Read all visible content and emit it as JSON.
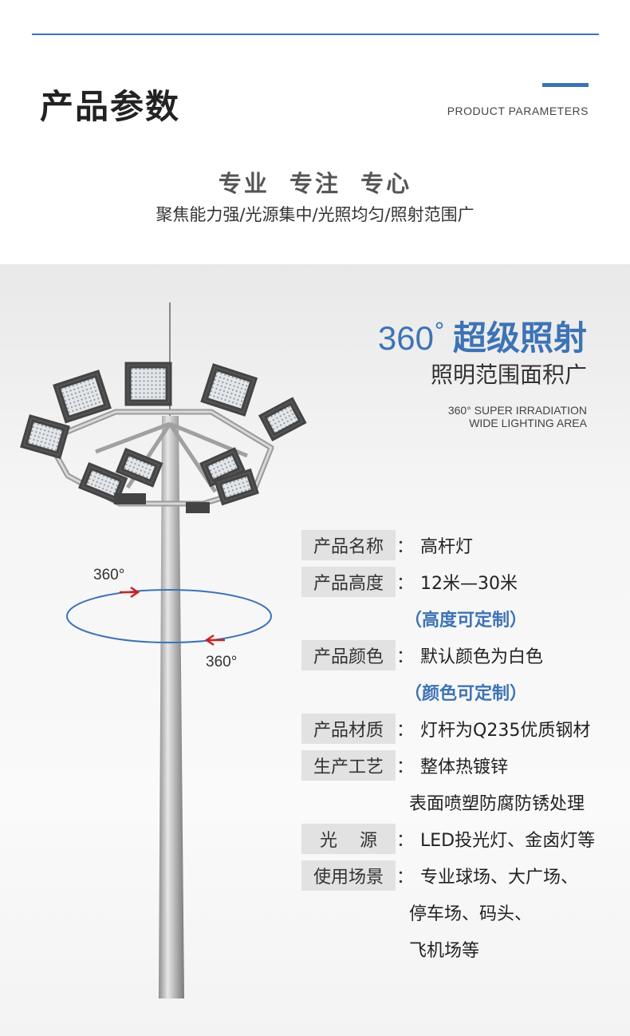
{
  "header": {
    "title": "产品参数",
    "title_en": "PRODUCT PARAMETERS",
    "slogan": "专业 专注 专心",
    "sub_slogan": "聚焦能力强/光源集中/光照均匀/照射范围广"
  },
  "hero": {
    "number": "360",
    "degree": "°",
    "title": "超级照射",
    "subtitle": "照明范围面积广",
    "en_line1": "360° SUPER IRRADIATION",
    "en_line2": "WIDE LIGHTING AREA"
  },
  "rotation": {
    "label_top": "360°",
    "label_bottom": "360°"
  },
  "specs": {
    "name_label": "产品名称",
    "name_value": "高杆灯",
    "height_label": "产品高度",
    "height_value": "12米—30米",
    "height_note": "（高度可定制）",
    "color_label": "产品颜色",
    "color_value": "默认颜色为白色",
    "color_note": "（颜色可定制）",
    "material_label": "产品材质",
    "material_value": "灯杆为Q235优质钢材",
    "process_label": "生产工艺",
    "process_value1": "整体热镀锌",
    "process_value2": "表面喷塑防腐防锈处理",
    "light_label": "光    源",
    "light_value": "LED投光灯、金卤灯等",
    "usage_label": "使用场景",
    "usage_value1": "专业球场、大广场、",
    "usage_value2": "停车场、码头、",
    "usage_value3": "飞机场等",
    "colon": "："
  },
  "colors": {
    "accent": "#3d73b5",
    "arrow": "#cc2222",
    "label_bg": "#e2e2e2"
  }
}
